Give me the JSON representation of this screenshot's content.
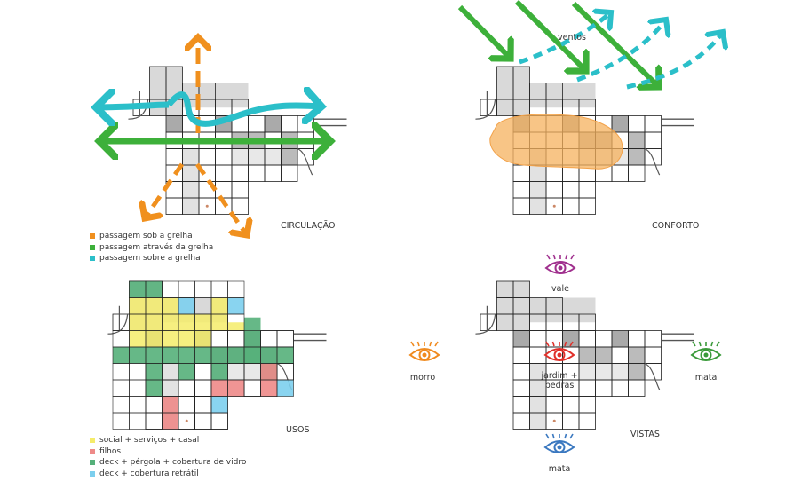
{
  "panels": {
    "circulacao": {
      "title": "CIRCULAÇÃO"
    },
    "conforto": {
      "title": "CONFORTO",
      "wind_label": "ventos"
    },
    "usos": {
      "title": "USOS"
    },
    "vistas": {
      "title": "VISTAS"
    }
  },
  "legends": {
    "circulacao": [
      {
        "label": "passagem sob a grelha",
        "color": "#f0901e"
      },
      {
        "label": "passagem através da grelha",
        "color": "#3db03a"
      },
      {
        "label": "passagem sobre a grelha",
        "color": "#2bbfc9"
      }
    ],
    "usos": [
      {
        "label": "social + serviços + casal",
        "color": "#f5ec6a"
      },
      {
        "label": "filhos",
        "color": "#ee8a88"
      },
      {
        "label": "deck + pérgola + cobertura de vidro",
        "color": "#55b07a"
      },
      {
        "label": "deck + cobertura retrátil",
        "color": "#7ccfee"
      }
    ]
  },
  "views": [
    {
      "key": "vale",
      "label": "vale",
      "color": "#a0308e"
    },
    {
      "key": "morro",
      "label": "morro",
      "color": "#f08a1e"
    },
    {
      "key": "jardim",
      "label": "jardim + pedras",
      "color": "#e0302a"
    },
    {
      "key": "mata_e",
      "label": "mata",
      "color": "#3a9a3a"
    },
    {
      "key": "mata_s",
      "label": "mata",
      "color": "#3a78c0"
    }
  ],
  "colors": {
    "grid_line": "#222222",
    "light_gray": "#d9d9d9",
    "mid_gray": "#aaaaaa",
    "orange": "#f0901e",
    "green": "#3db03a",
    "cyan": "#2bbfc9",
    "comfort": "#f6b25e"
  }
}
